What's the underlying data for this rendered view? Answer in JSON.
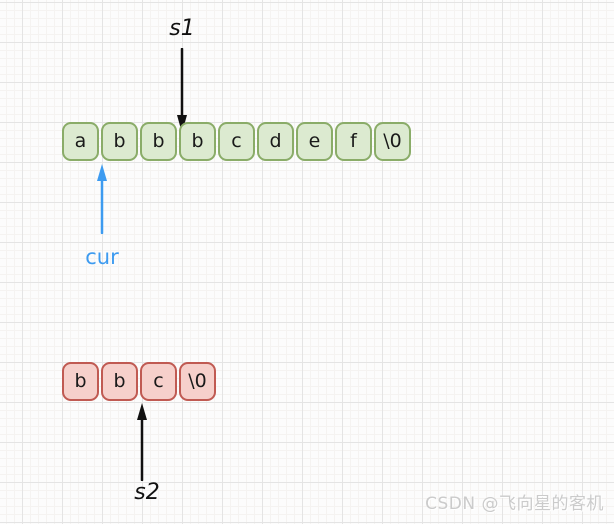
{
  "watermark": "CSDN @飞向星的客机",
  "colors": {
    "green_cell_fill": "#dcead0",
    "green_cell_border": "#8aac68",
    "red_cell_fill": "#f6d0cb",
    "red_cell_border": "#c05a52",
    "pointer_black": "#111111",
    "pointer_blue": "#3d9bf0",
    "grid_major": "#e4e4e4",
    "grid_minor": "#f5f3f1"
  },
  "s1": {
    "label": "s1",
    "cells": [
      "a",
      "b",
      "b",
      "b",
      "c",
      "d",
      "e",
      "f",
      "\\0"
    ]
  },
  "cur": {
    "label": "cur"
  },
  "s2": {
    "label": "s2",
    "cells": [
      "b",
      "b",
      "c",
      "\\0"
    ]
  }
}
